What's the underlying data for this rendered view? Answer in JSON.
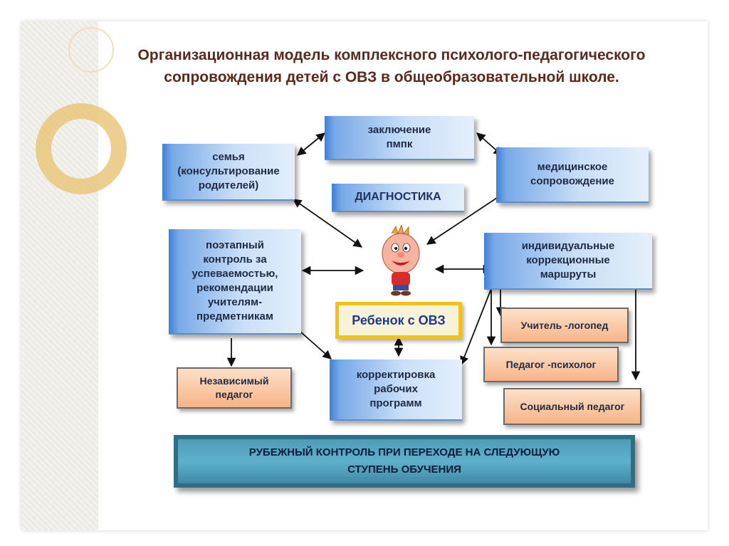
{
  "title": "Организационная модель комплексного психолого-педагогического сопровождения детей с ОВЗ в общеобразовательной школе.",
  "nodes": {
    "pmpk": "заключение\nпмпк",
    "family": "семья\n(консультирование\nродителей)",
    "medical": "медицинское\nсопровождение",
    "diagnostics": "ДИАГНОСТИКА",
    "monitoring": "поэтапный\nконтроль за\nуспеваемостью,\nрекомендации\nучителям-\nпредметникам",
    "routes": "индивидуальные\nкоррекционные\nмаршруты",
    "child": "Ребенок с ОВЗ",
    "speech_therapist": "Учитель -логопед",
    "psychologist": "Педагог -психолог",
    "social_teacher": "Социальный педагог",
    "independent_teacher": "Независимый\nпедагог",
    "program_correction": "корректировка\nрабочих\nпрограмм",
    "boundary_control": "РУБЕЖНЫЙ КОНТРОЛЬ ПРИ ПЕРЕХОДЕ НА СЛЕДУЮЩУЮ\nСТУПЕНЬ ОБУЧЕНИЯ"
  },
  "icons": {
    "child_figure": "cartoon-boy-icon",
    "decor": "ring-decoration"
  },
  "colors": {
    "title": "#5a2a1a",
    "blue_box": "#78a9e7",
    "orange_box": "#f7b488",
    "child_border": "#f2c21a",
    "child_text": "#1f3a8a",
    "teal_bar": "#4f9cb8",
    "arrow": "#111111",
    "decor_ring": "#e9c77c"
  }
}
